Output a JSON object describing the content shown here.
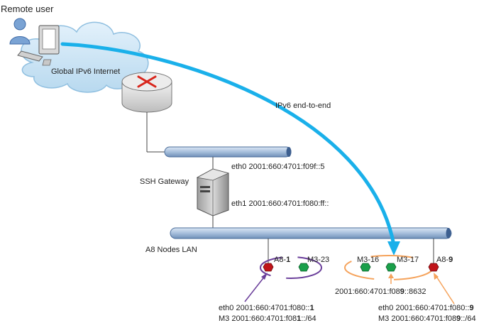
{
  "labels": {
    "remote_user": "Remote user",
    "internet": "Global IPv6 Internet",
    "ipv6_end_to_end": "IPv6 end-to-end",
    "ssh_gateway": "SSH Gateway",
    "eth0_gateway": "eth0 2001:660:4701:f09f::5",
    "eth1_gateway": "eth1 2001:660:4701:f080:ff::",
    "lan": "A8 Nodes LAN"
  },
  "nodes": {
    "a8_1_prefix": "A8-",
    "a8_1_num": "1",
    "m3_23": "M3-23",
    "m3_16": "M3-16",
    "m3_17": "M3-17",
    "a8_9_prefix": "A8-",
    "a8_9_num": "9"
  },
  "addresses": {
    "m3_17_addr_pre": "2001:660:4701:f08",
    "m3_17_addr_bold": "9",
    "m3_17_addr_post": "::8632",
    "a8_1_eth0_pre": "eth0 2001:660:4701:f080::",
    "a8_1_eth0_bold": "1",
    "a8_1_m3_pre": "M3 2001:660:4701:f08",
    "a8_1_m3_bold": "1",
    "a8_1_m3_post": "::/64",
    "a8_9_eth0_pre": "eth0 2001:660:4701:f080::",
    "a8_9_eth0_bold": "9",
    "a8_9_m3_pre": "M3 2001:660:4701:f08",
    "a8_9_m3_bold": "9",
    "a8_9_m3_post": "::/64"
  },
  "colors": {
    "arrow": "#1ab0ea",
    "node_a8": "#c0141a",
    "node_m3": "#1aa04a",
    "accent_purple": "#6a3e9a",
    "accent_orange": "#f5a35c",
    "bus": "#9db7d6"
  }
}
